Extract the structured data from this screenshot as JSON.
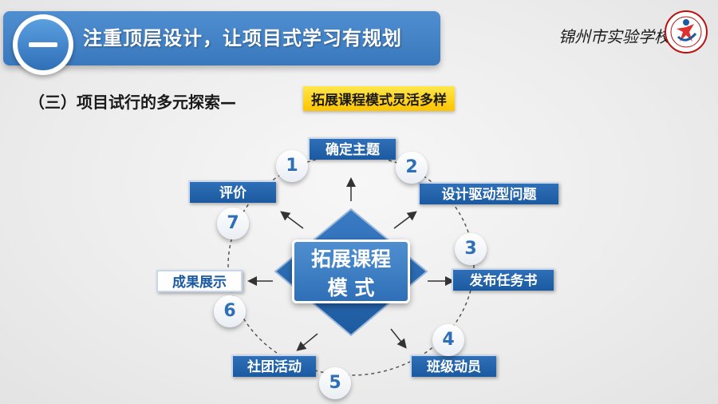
{
  "header": {
    "title": "注重顶层设计，让项目式学习有规划",
    "school_name": "锦州市实验学校"
  },
  "subtitle": {
    "text": "（三）项目试行的多元探索—",
    "highlight": "拓展课程模式灵活多样"
  },
  "diagram": {
    "center_line1": "拓展课程",
    "center_line2": "模  式",
    "steps": [
      {
        "num": "1",
        "label": "确定主题"
      },
      {
        "num": "2",
        "label": "设计驱动型问题"
      },
      {
        "num": "3",
        "label": "发布任务书"
      },
      {
        "num": "4",
        "label": "班级动员"
      },
      {
        "num": "5",
        "label": "社团活动"
      },
      {
        "num": "6",
        "label": "成果展示"
      },
      {
        "num": "7",
        "label": "评价"
      }
    ]
  },
  "colors": {
    "primary_blue": "#2f6fb7",
    "highlight_yellow": "#ffd21a"
  }
}
